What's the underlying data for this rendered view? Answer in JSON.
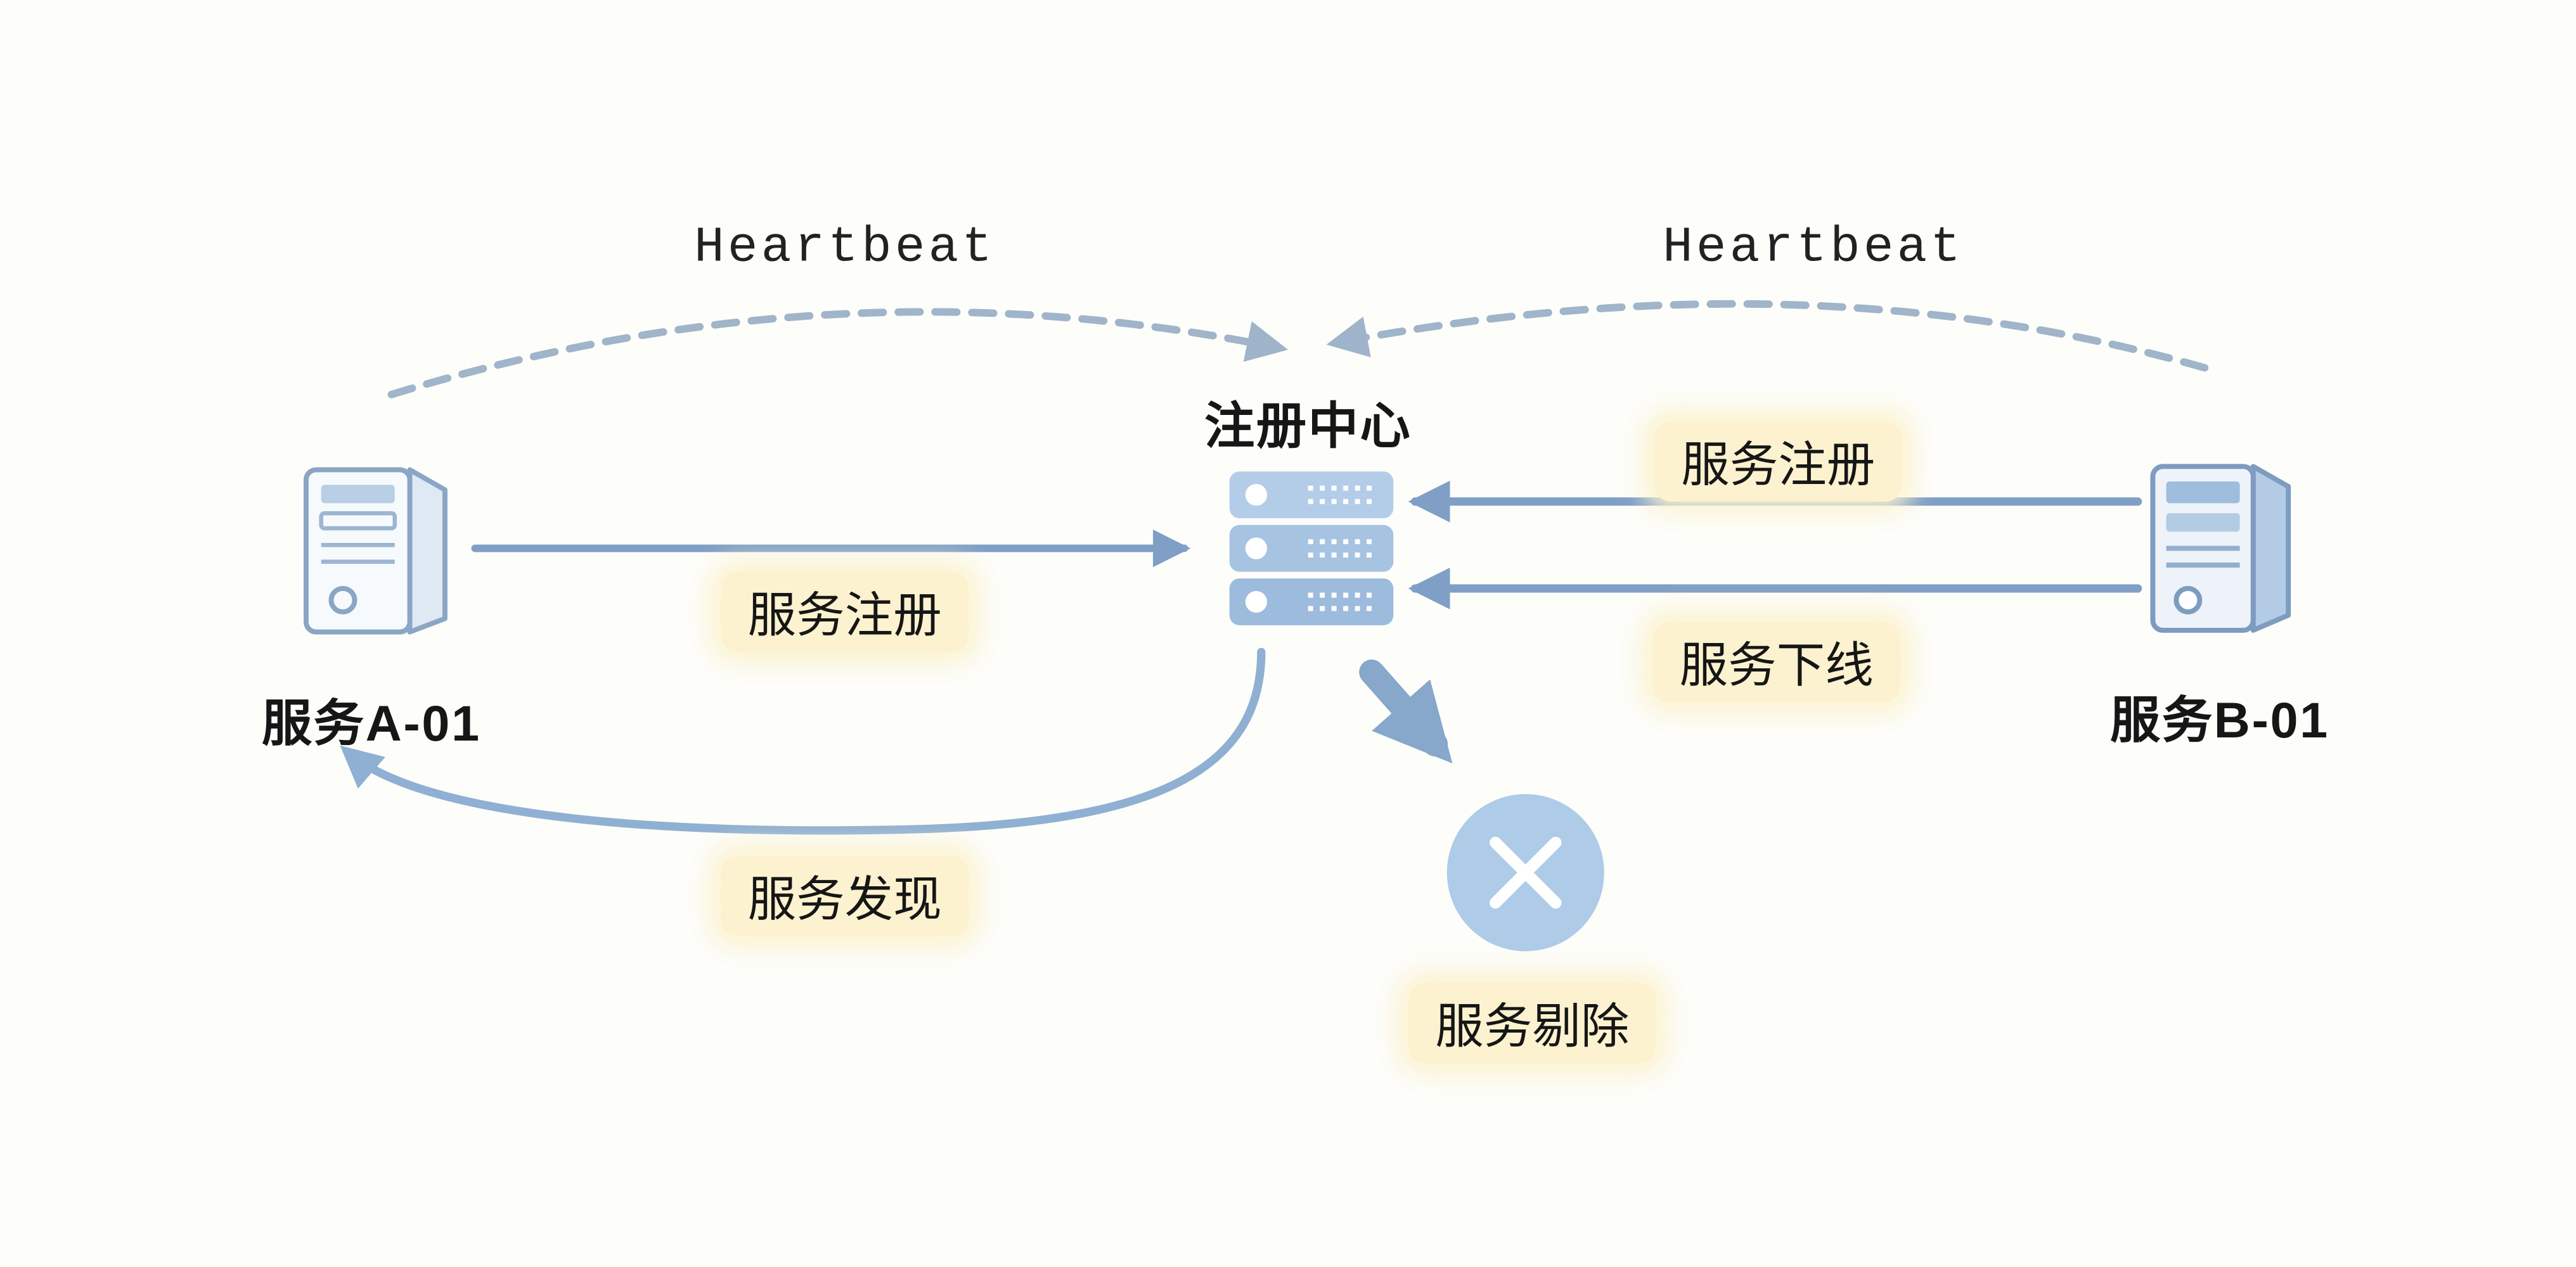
{
  "diagram": {
    "nodes": {
      "service_a": {
        "label": "服务A-01"
      },
      "service_b": {
        "label": "服务B-01"
      },
      "registry": {
        "label": "注册中心"
      },
      "eviction_marker": {
        "label": "服务剔除"
      }
    },
    "edges": {
      "heartbeat_left": {
        "label": "Heartbeat",
        "style": "dashed-arc"
      },
      "heartbeat_right": {
        "label": "Heartbeat",
        "style": "dashed-arc"
      },
      "register_from_a": {
        "label": "服务注册",
        "style": "solid-arrow"
      },
      "register_from_b": {
        "label": "服务注册",
        "style": "solid-arrow"
      },
      "offline_from_b": {
        "label": "服务下线",
        "style": "solid-arrow"
      },
      "discovery_to_a": {
        "label": "服务发现",
        "style": "curved-arrow"
      },
      "eviction_out": {
        "label": "服务剔除",
        "style": "thick-arrow"
      }
    },
    "colors": {
      "background": "#fdfdfa",
      "line_solid": "#7f9fc6",
      "line_dashed": "#a0b4ca",
      "server_fill": "#a9c6e4",
      "server_stroke": "#7d9cc0",
      "label_bg": "#fcf2cf",
      "text": "#161616",
      "eviction_circle": "#aecbe8",
      "eviction_cross": "#ffffff"
    }
  }
}
